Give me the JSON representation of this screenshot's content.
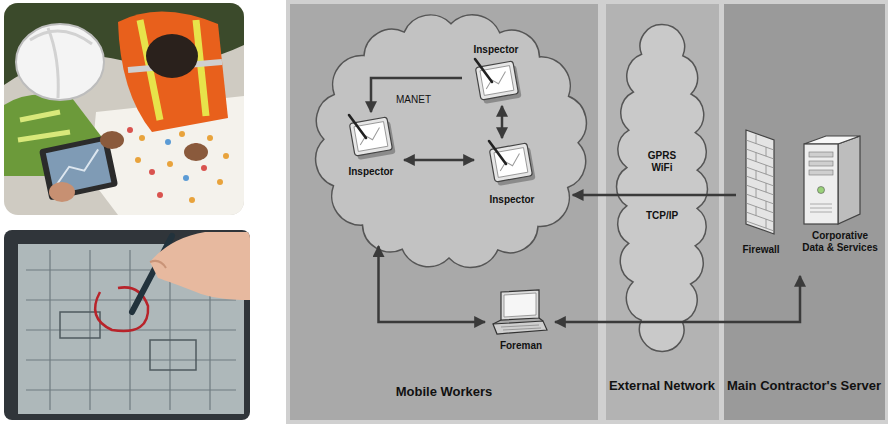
{
  "diagram": {
    "nodes": [
      {
        "text": [
          "Mobile Workers"
        ]
      },
      {
        "text": [
          "External Network"
        ]
      },
      {
        "text": [
          "Main Contractor's Server"
        ]
      },
      {
        "text": [
          "MANET"
        ],
        "in": 0
      },
      {
        "text": [
          "Inspector"
        ],
        "in": 3
      },
      {
        "text": [
          "Inspector"
        ],
        "in": 3
      },
      {
        "text": [
          "Inspector"
        ],
        "in": 3
      },
      {
        "text": [
          "Foreman"
        ],
        "in": 0
      },
      {
        "text": [
          "GPRS WiFi",
          "TCP/IP"
        ],
        "in": 1
      },
      {
        "text": [
          "Firewall"
        ],
        "in": 2
      },
      {
        "text": [
          "Corporative Data & Services"
        ],
        "in": 2
      }
    ],
    "edges": [
      {
        "from": 4,
        "to": 5,
        "arrow": "to"
      },
      {
        "from": 4,
        "to": 6,
        "arrow": "both"
      },
      {
        "from": 5,
        "to": 6,
        "arrow": "both"
      },
      {
        "from": 9,
        "to": 3,
        "arrow": "to"
      },
      {
        "from": 7,
        "to": 3,
        "arrow": "both"
      },
      {
        "from": 7,
        "to": 10,
        "arrow": "both"
      }
    ]
  }
}
